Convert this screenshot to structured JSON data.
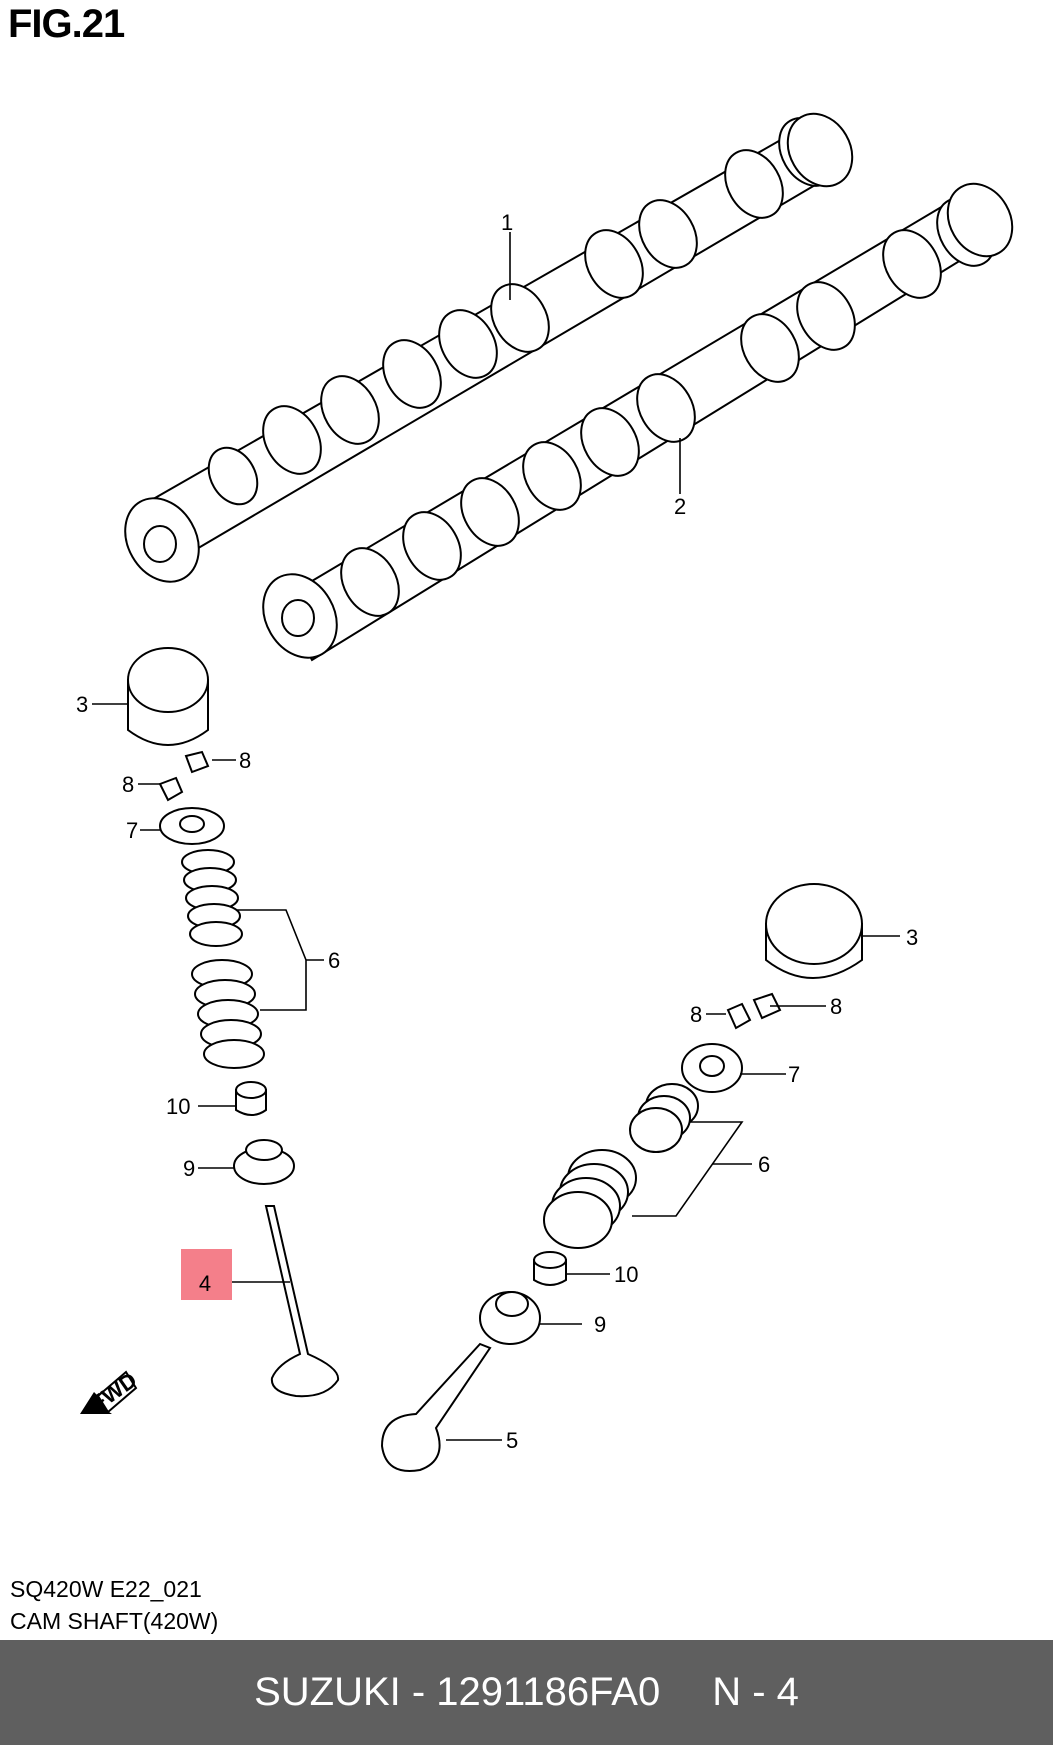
{
  "figure_title": "FIG.21",
  "caption": {
    "line1": "SQ420W E22_021",
    "line2": "CAM SHAFT(420W)"
  },
  "footer": {
    "brand_part": "SUZUKI - 1291186FA0",
    "page": "N - 4"
  },
  "fwd_label": "FWD",
  "highlight_color": "#f47f8a",
  "callouts": {
    "c1": "1",
    "c2": "2",
    "c3a": "3",
    "c8a": "8",
    "c8b": "8",
    "c7a": "7",
    "c6a": "6",
    "c10a": "10",
    "c9a": "9",
    "c4": "4",
    "c3b": "3",
    "c8c": "8",
    "c8d": "8",
    "c7b": "7",
    "c6b": "6",
    "c10b": "10",
    "c9b": "9",
    "c5": "5"
  }
}
